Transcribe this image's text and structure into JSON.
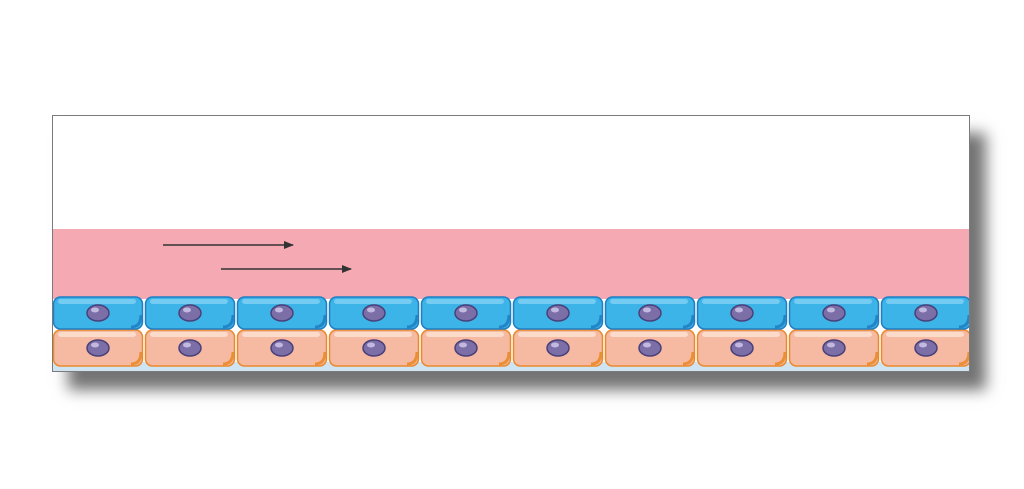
{
  "figure": {
    "palette": {
      "background": "#ffffff",
      "lumen_fluid": "#f5a9b2",
      "upper_cell_fill": "#3cb4e8",
      "upper_cell_edge": "#1f7fc4",
      "upper_cell_highlight": "#7fd0f3",
      "lower_cell_fill": "#f6b9a1",
      "lower_cell_edge": "#ea8a2c",
      "lower_cell_highlight": "#fde0d2",
      "nucleus_fill": "#7c6fa8",
      "nucleus_edge": "#4a3f78",
      "nucleus_highlight": "#c9c1e6",
      "basement_membrane": "#cfe4f2",
      "arrow_color": "#333333"
    },
    "upper_cell_layer": {
      "cell_count": 10,
      "icon": "endothelial-cell-icon"
    },
    "lower_cell_layer": {
      "cell_count": 10,
      "icon": "smooth-muscle-cell-icon"
    },
    "flow_arrows": {
      "count": 2,
      "direction": "right",
      "icon": "arrow-right-icon"
    }
  }
}
